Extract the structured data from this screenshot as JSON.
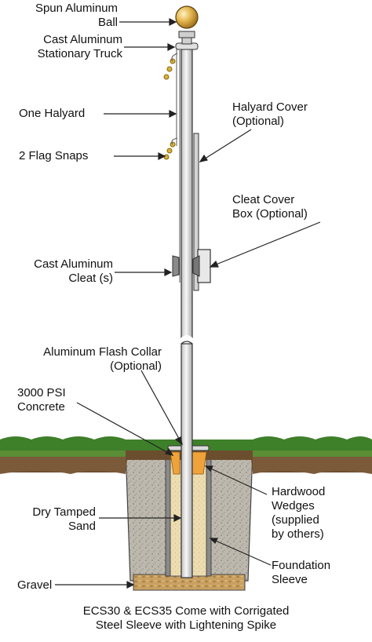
{
  "labels": {
    "ball": [
      "Spun Aluminum",
      "Ball"
    ],
    "truck": [
      "Cast Aluminum",
      "Stationary Truck"
    ],
    "halyard": "One Halyard",
    "snaps": "2 Flag Snaps",
    "halyard_cover": [
      "Halyard Cover",
      "(Optional)"
    ],
    "cleat_cover": [
      "Cleat Cover",
      "Box (Optional)"
    ],
    "cleat": [
      "Cast Aluminum",
      "Cleat (s)"
    ],
    "flash_collar": [
      "Aluminum Flash Collar",
      "(Optional)"
    ],
    "concrete": [
      "3000 PSI",
      "Concrete"
    ],
    "sand": [
      "Dry Tamped",
      "Sand"
    ],
    "gravel": "Gravel",
    "wedges": [
      "Hardwood",
      "Wedges",
      "(supplied",
      "by others)"
    ],
    "sleeve": [
      "Foundation",
      "Sleeve"
    ]
  },
  "caption": [
    "ECS30 & ECS35 Come with Corrigated",
    "Steel Sleeve with Lightening Spike"
  ],
  "colors": {
    "pole_fill": "#e6e6e6",
    "pole_stroke": "#333333",
    "ball": "#e2b34a",
    "grass": "#3e7f2a",
    "soil": "#7b5a3a",
    "concrete": "#b9b4aa",
    "sand": "#e9d6a6",
    "gravel": "#c8a163",
    "collar": "#f0a23a"
  }
}
